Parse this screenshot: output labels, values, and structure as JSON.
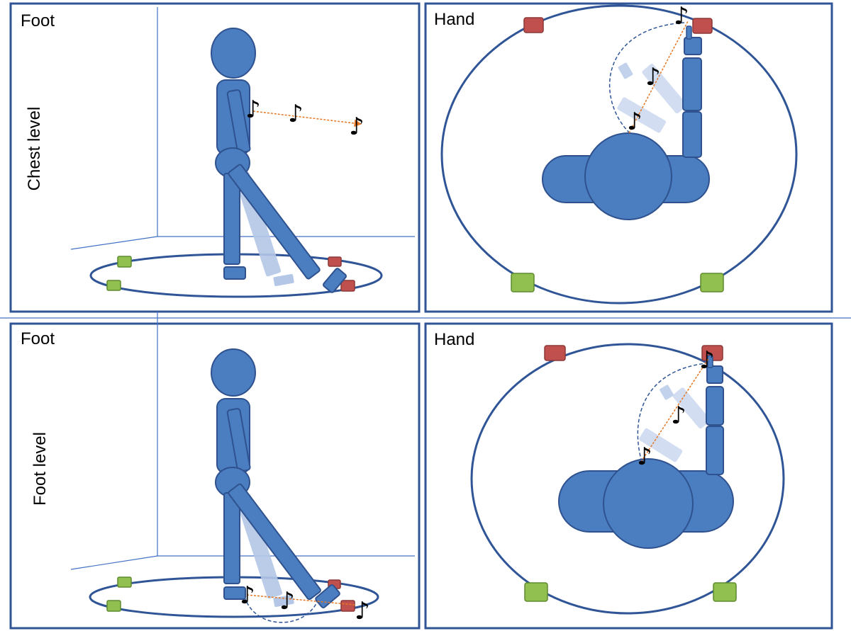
{
  "panels": {
    "top_left": {
      "title": "Foot",
      "side_label": "Chest level"
    },
    "top_right": {
      "title": "Hand"
    },
    "bottom_left": {
      "title": "Foot",
      "side_label": "Foot level"
    },
    "bottom_right": {
      "title": "Hand"
    }
  },
  "note_glyph": "♪",
  "colors": {
    "frame": "#2F5597",
    "wall_line": "#4472C4",
    "body_fill": "#4A7EC1",
    "body_stroke": "#2F528F",
    "ghost_fill": "#B4C7E7",
    "marker_red": "#C0504D",
    "marker_red_stroke": "#8C3836",
    "marker_green": "#92C050",
    "marker_green_stroke": "#5E8A2E",
    "trajectory": "#E87722",
    "arc": "#2F5597"
  }
}
